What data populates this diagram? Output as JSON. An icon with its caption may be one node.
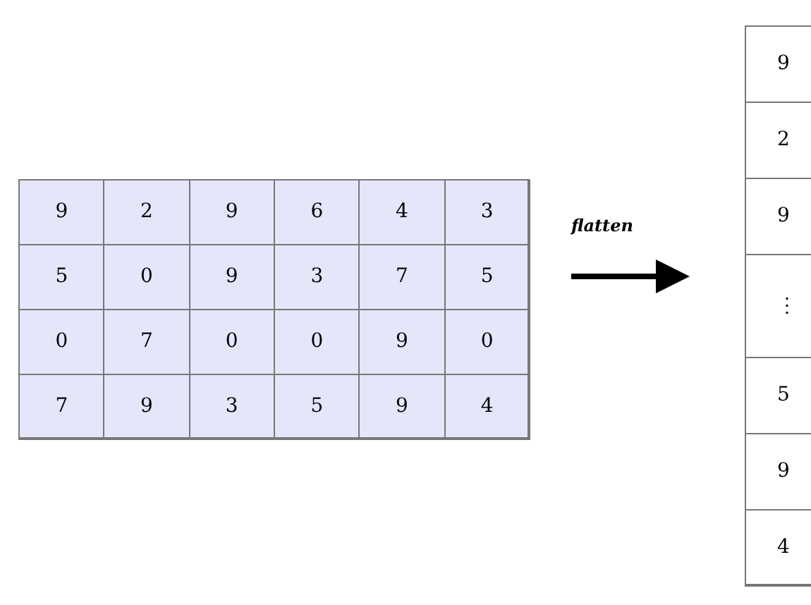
{
  "diagram": {
    "nodes": [
      {
        "text": [],
        "shape": "box"
      },
      {
        "text": [],
        "shape": "box"
      }
    ],
    "edges": [
      {
        "from": 0,
        "to": 1,
        "arrow": "to",
        "label": "flatten"
      }
    ],
    "labels": [
      "9",
      "2",
      "9",
      "6",
      "4",
      "3",
      "5",
      "0",
      "9",
      "3",
      "7",
      "5",
      "0",
      "7",
      "0",
      "0",
      "9",
      "0",
      "7",
      "9",
      "3",
      "5",
      "9",
      "4",
      "9",
      "2",
      "9",
      "⋮",
      "5",
      "9",
      "4"
    ]
  }
}
